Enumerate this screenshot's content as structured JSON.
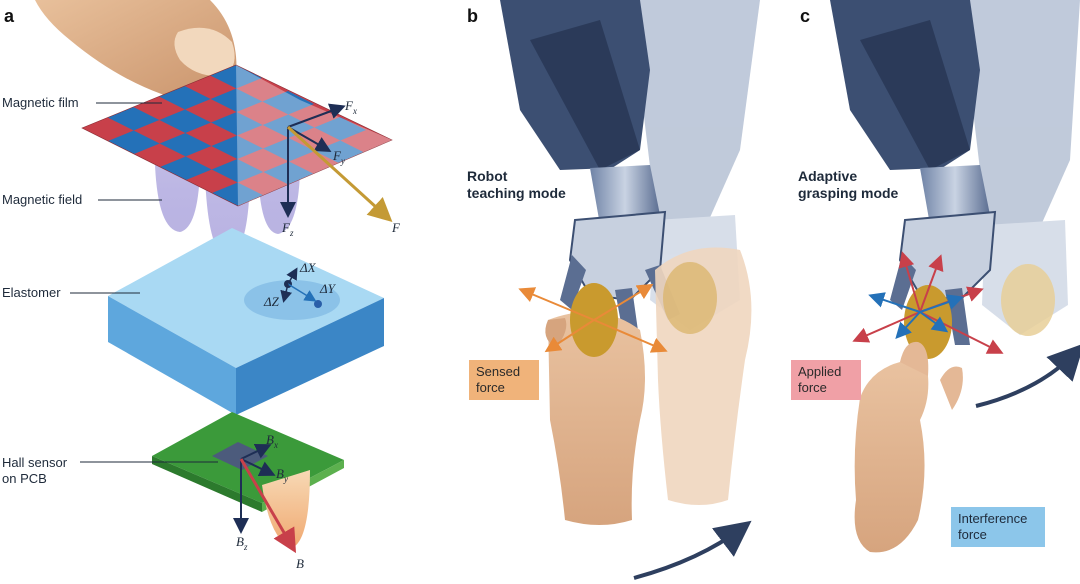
{
  "panels": {
    "a": "a",
    "b": "b",
    "c": "c"
  },
  "panel_a": {
    "magnetic_film": "Magnetic film",
    "magnetic_field": "Magnetic field",
    "elastomer": "Elastomer",
    "hall_sensor_line1": "Hall sensor",
    "hall_sensor_line2": "on PCB",
    "forces": {
      "fx": "F",
      "fx_sub": "x",
      "fy": "F",
      "fy_sub": "y",
      "fz": "F",
      "fz_sub": "z",
      "f": "F"
    },
    "displacements": {
      "dx": "ΔX",
      "dy": "ΔY",
      "dz": "ΔZ"
    },
    "fields": {
      "bx": "B",
      "bx_sub": "x",
      "by": "B",
      "by_sub": "y",
      "bz": "B",
      "bz_sub": "z",
      "b": "B"
    }
  },
  "panel_b": {
    "mode": "Robot\nteaching mode",
    "force_box": "Sensed\nforce"
  },
  "panel_c": {
    "mode": "Adaptive\ngrasping mode",
    "applied_box": "Applied\nforce",
    "interference_box": "Interference\nforce"
  },
  "colors": {
    "checker_red": "#c8404a",
    "checker_blue": "#2471b8",
    "elastomer": "#7ec3ea",
    "pcb_green": "#3b9a3a",
    "force_gold": "#c49a35",
    "sensed_orange": "#f0b37a",
    "applied_pink": "#f0a0a6",
    "interference_blue": "#8cc6ea",
    "robot_navy": "#3c4f72",
    "egg": "#c99a2e",
    "skin": "#e4b896"
  }
}
